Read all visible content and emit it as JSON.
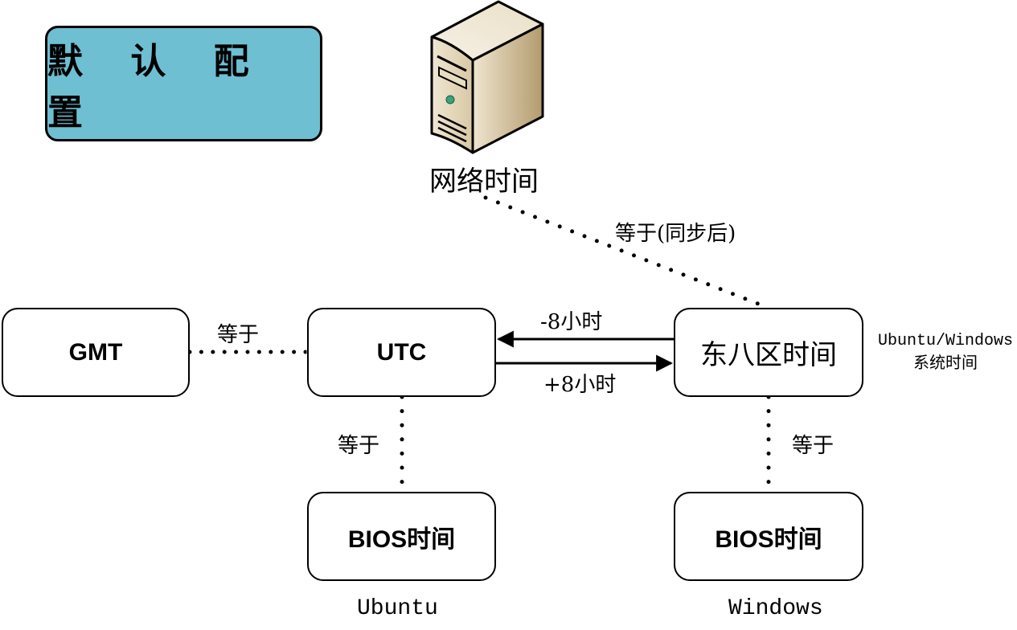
{
  "title": "默 认 配 置",
  "colors": {
    "title_fill": "#6fbfd2",
    "stroke": "#000000",
    "server_body": "#e9dcc0",
    "server_led": "#3aa37a"
  },
  "server": {
    "icon": "server-tower-icon",
    "label": "网络时间"
  },
  "nodes": {
    "gmt": "GMT",
    "utc": "UTC",
    "east8": "东八区时间",
    "bios_ubuntu": "BIOS时间",
    "bios_windows": "BIOS时间"
  },
  "edges": {
    "network_to_east8": "等于(同步后)",
    "gmt_to_utc": "等于",
    "east8_to_utc": "-8小时",
    "utc_to_east8": "+8小时",
    "utc_to_bios": "等于",
    "east8_to_bios": "等于"
  },
  "annotations": {
    "system_time_line1": "Ubuntu/Windows",
    "system_time_line2": "系统时间",
    "os_left": "Ubuntu",
    "os_right": "Windows"
  }
}
